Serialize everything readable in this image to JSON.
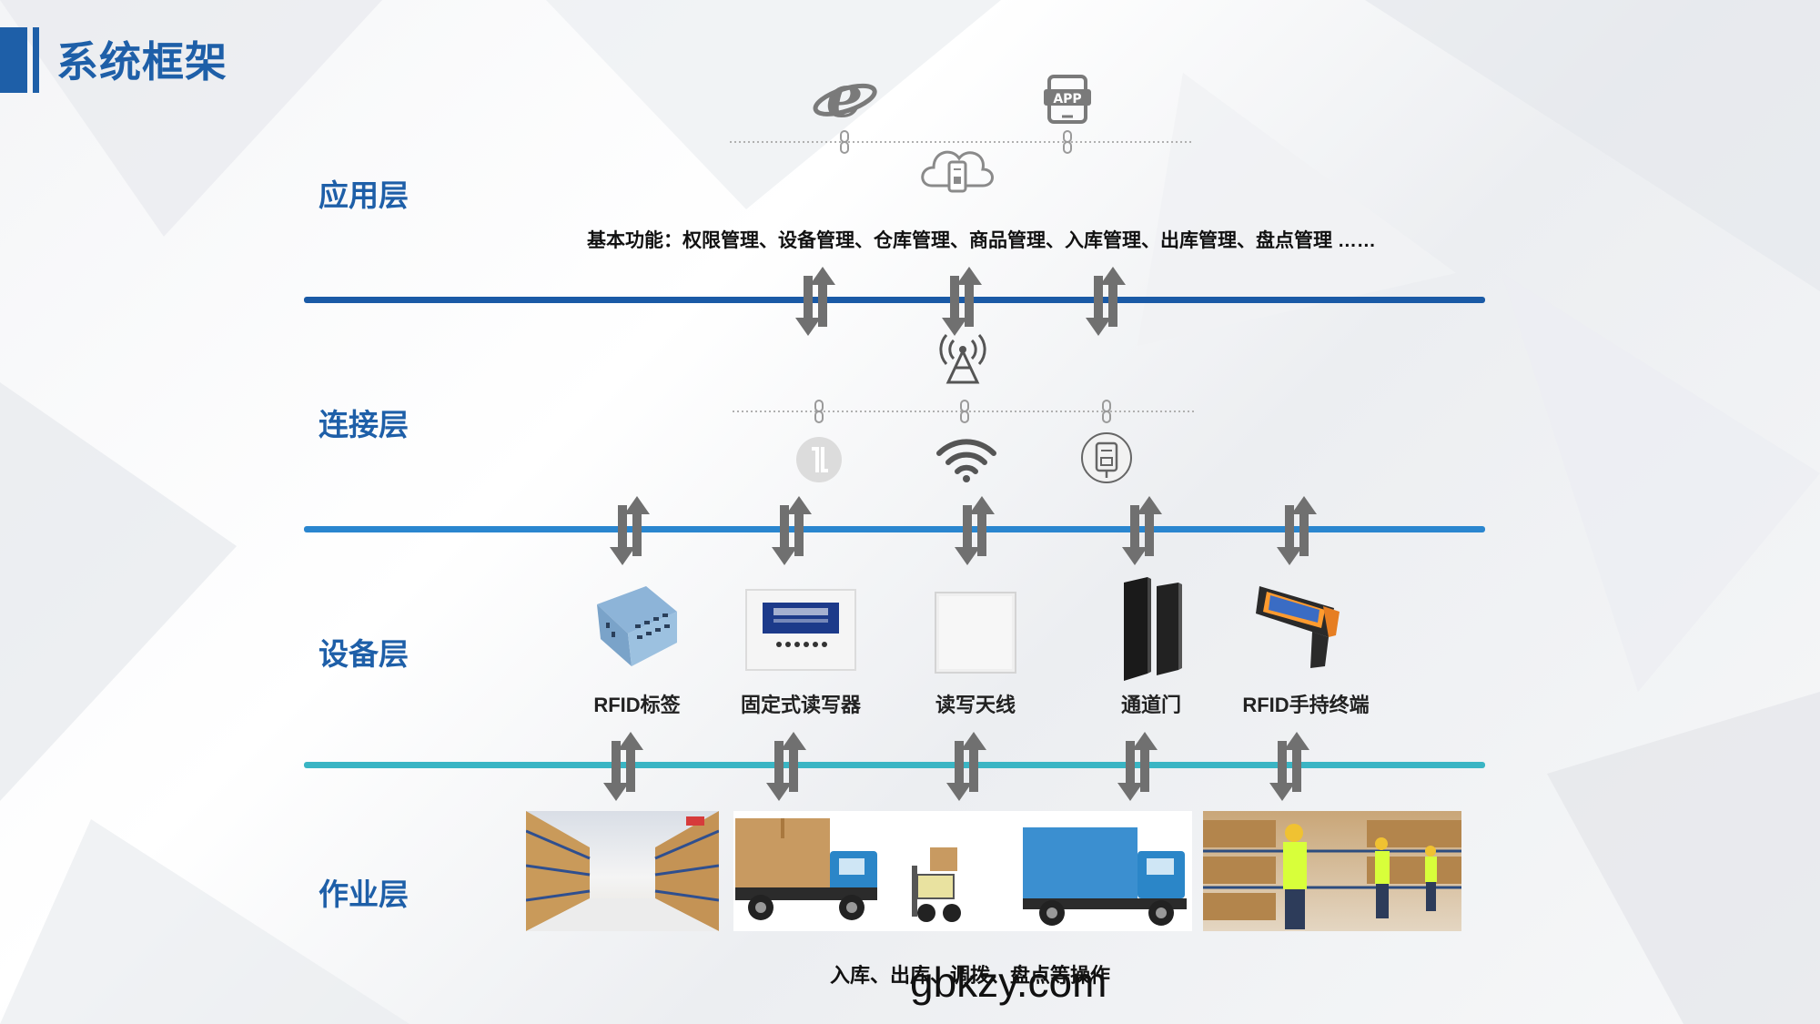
{
  "title": "系统框架",
  "layers": {
    "app": "应用层",
    "connect": "连接层",
    "device": "设备层",
    "work": "作业层"
  },
  "app_functions": "基本功能：权限管理、设备管理、仓库管理、商品管理、入库管理、出库管理、盘点管理 ……",
  "app_icons": [
    "ie-browser-icon",
    "app-mobile-icon",
    "cloud-phone-icon"
  ],
  "connect_icons": [
    "signal-tower-icon",
    "ethernet-icon",
    "wifi-icon",
    "serial-port-icon"
  ],
  "devices": [
    "RFID标签",
    "固定式读写器",
    "读写天线",
    "通道门",
    "RFID手持终端"
  ],
  "operations": "入库、出库、调拨、盘点等操作",
  "watermark": "gbkzy.com",
  "colors": {
    "brand": "#1e5fa8",
    "line_app": "#1a5aa6",
    "line_connect": "#2a86cf",
    "line_device": "#3ab5c4",
    "arrow": "#707070"
  }
}
